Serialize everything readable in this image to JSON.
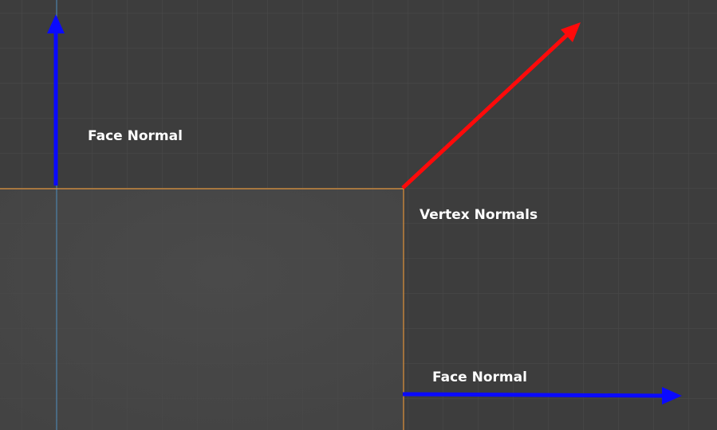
{
  "labels": {
    "face_normal_top": "Face Normal",
    "vertex_normals": "Vertex Normals",
    "face_normal_bottom": "Face Normal"
  },
  "colors": {
    "background": "#3d3d3d",
    "grid_minor": "#4a4a4a",
    "face_fill": "#464646",
    "edge": "#e0923a",
    "axis": "#4f8fbf",
    "face_normal": "#0a0aff",
    "vertex_normal": "#ff0a0a",
    "text": "#ffffff"
  }
}
